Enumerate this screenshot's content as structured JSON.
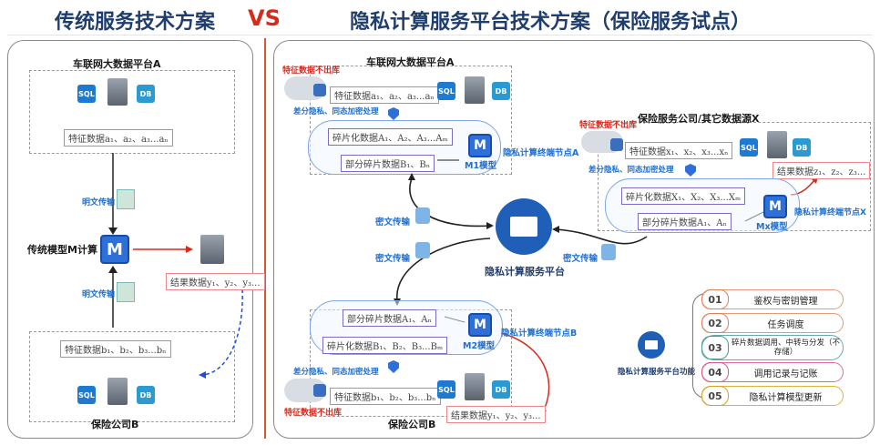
{
  "titles": {
    "left": "传统服务技术方案",
    "vs": "VS",
    "right": "隐私计算服务平台技术方案（保险服务试点）"
  },
  "left": {
    "platform_a": "车联网大数据平台A",
    "features_a": "特征数据a₁、a₂、a₃...aₙ",
    "plaintext_1": "明文传输",
    "plaintext_2": "明文传输",
    "model_calc": "传统模型M计算",
    "result": "结果数据y₁、y₂、y₃...",
    "features_b": "特征数据b₁、b₂、b₃...bₙ",
    "company_b": "保险公司B",
    "sql": "SQL",
    "db": "DB"
  },
  "right": {
    "platform_a": "车联网大数据平台A",
    "no_leave_a": "特征数据不出库",
    "features_a": "特征数据a₁、a₂、a₃...aₙ",
    "dp_a": "差分隐私、同态加密处理",
    "frag_a": "碎片化数据A₁、A₂、A₃...Aₘ",
    "partial_b_in_a": "部分碎片数据B₁、Bₙ",
    "m1": "M1模型",
    "node_a": "隐私计算终端节点A",
    "cipher_1": "密文传输",
    "cipher_2": "密文传输",
    "cipher_3": "密文传输",
    "center": "隐私计算服务平台",
    "company_x": "保险服务公司/其它数据源X",
    "no_leave_x": "特征数据不出库",
    "features_x": "特征数据x₁、x₂、x₃...xₙ",
    "dp_x": "差分隐私、同态加密处理",
    "result_z": "结果数据z₁、z₂、z₃...",
    "frag_x": "碎片化数据X₁、X₂、X₃...Xₘ",
    "partial_a_in_x": "部分碎片数据A₁、Aₙ",
    "mx": "Mx模型",
    "node_x": "隐私计算终端节点X",
    "partial_a_in_b": "部分碎片数据A₁、Aₙ",
    "frag_b": "碎片化数据B₁、B₂、B₃...Bₘ",
    "m2": "M2模型",
    "node_b": "隐私计算终端节点B",
    "dp_b": "差分隐私、同态加密处理",
    "features_b": "特征数据b₁、b₂、b₃...bₙ",
    "no_leave_b": "特征数据不出库",
    "company_b": "保险公司B",
    "result_y": "结果数据y₁、y₂、y₃...",
    "functions_label": "隐私计算服务平台功能",
    "functions": [
      {
        "num": "01",
        "text": "鉴权与密钥管理"
      },
      {
        "num": "02",
        "text": "任务调度"
      },
      {
        "num": "03",
        "text": "碎片数据调用、中转与分发（不存储）"
      },
      {
        "num": "04",
        "text": "调用记录与记账"
      },
      {
        "num": "05",
        "text": "隐私计算模型更新"
      }
    ],
    "sql": "SQL",
    "db": "DB"
  },
  "colors": {
    "title": "#1f3e6e",
    "vs": "#d62a1c",
    "accent_blue": "#1e6fd0",
    "accent_red": "#d62a1c"
  },
  "icons": [
    "server-icon",
    "sql-database-icon",
    "db-icon",
    "chip-icon",
    "monitor-icon",
    "lock-icon",
    "cloud-icon",
    "shield-icon"
  ]
}
